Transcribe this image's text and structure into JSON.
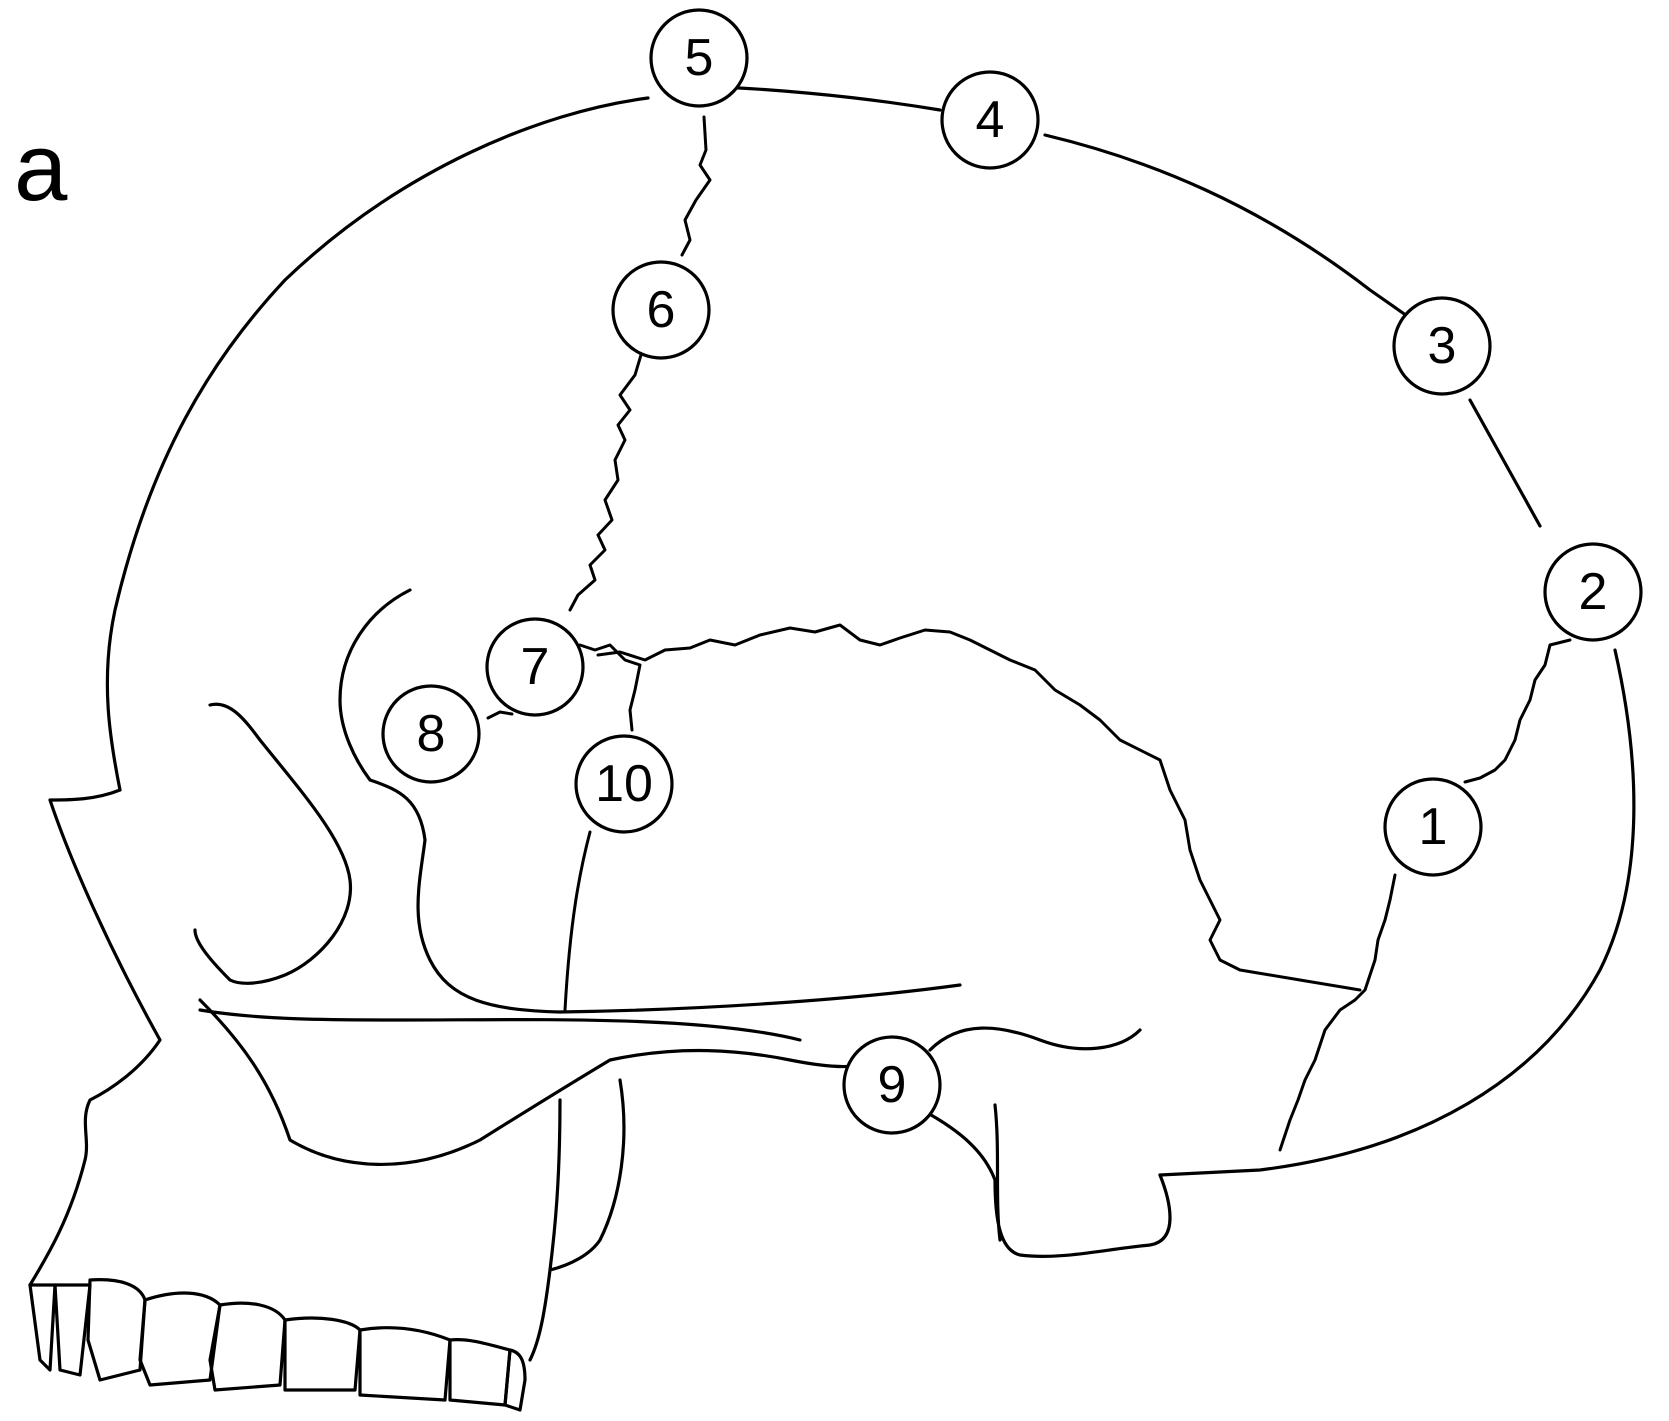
{
  "panel_label": "a",
  "markers": [
    {
      "id": "1",
      "label": "1"
    },
    {
      "id": "2",
      "label": "2"
    },
    {
      "id": "3",
      "label": "3"
    },
    {
      "id": "4",
      "label": "4"
    },
    {
      "id": "5",
      "label": "5"
    },
    {
      "id": "6",
      "label": "6"
    },
    {
      "id": "7",
      "label": "7"
    },
    {
      "id": "8",
      "label": "8"
    },
    {
      "id": "9",
      "label": "9"
    },
    {
      "id": "10",
      "label": "10"
    }
  ]
}
